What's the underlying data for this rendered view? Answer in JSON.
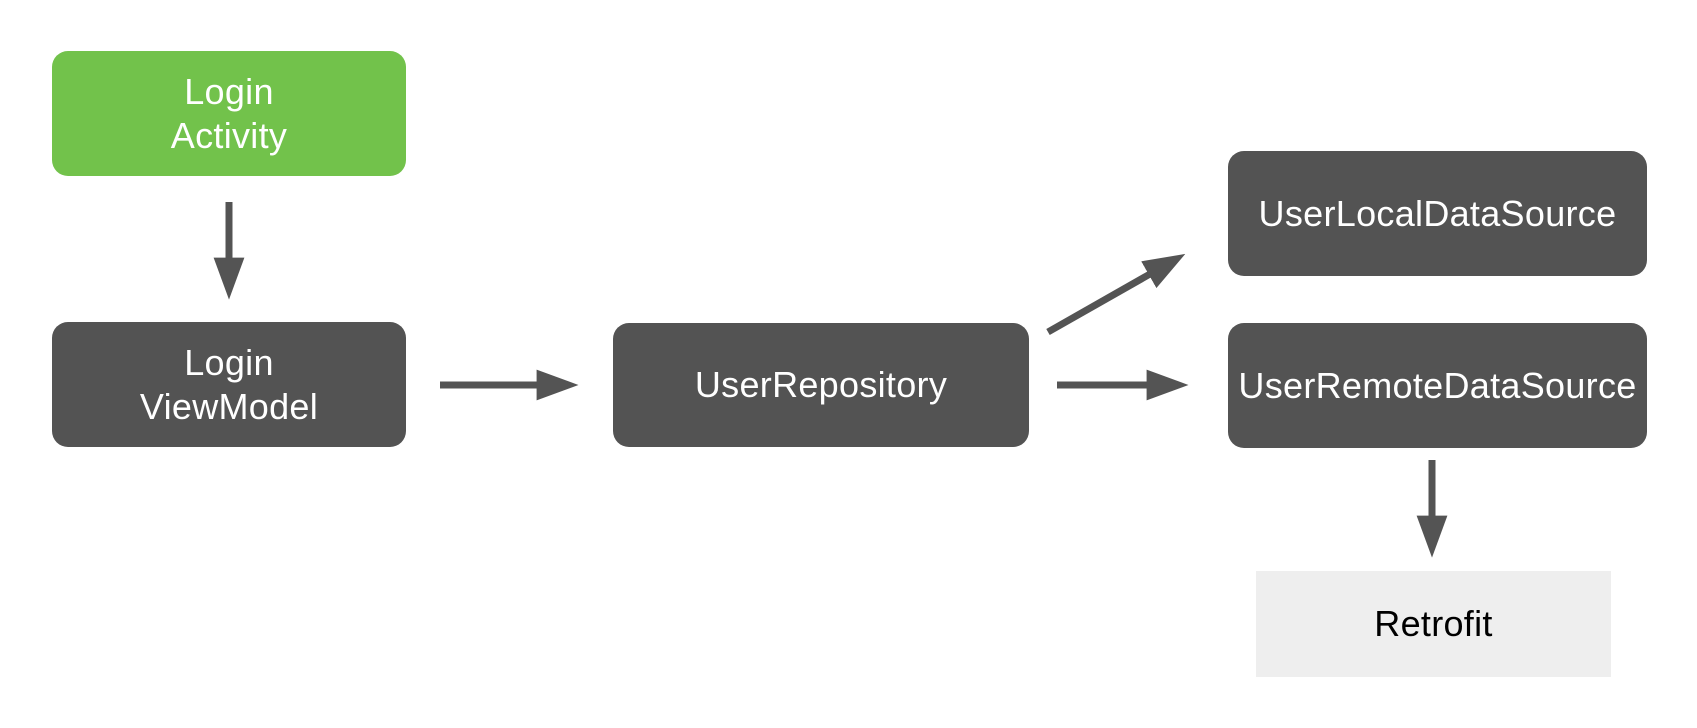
{
  "colors": {
    "accent_green": "#72C24B",
    "box_dark": "#535353",
    "box_light": "#EEEEEE",
    "arrow": "#545454",
    "text_on_dark": "#FFFFFF",
    "text_on_light": "#000000",
    "background": "#FFFFFF"
  },
  "nodes": {
    "login_activity": {
      "line1": "Login",
      "line2": "Activity"
    },
    "login_viewmodel": {
      "line1": "Login",
      "line2": "ViewModel"
    },
    "user_repository": {
      "label": "UserRepository"
    },
    "user_local_data_source": {
      "label": "UserLocalDataSource"
    },
    "user_remote_data_source": {
      "label": "UserRemoteDataSource"
    },
    "retrofit": {
      "label": "Retrofit"
    }
  },
  "edges": [
    {
      "from": "login_activity",
      "to": "login_viewmodel"
    },
    {
      "from": "login_viewmodel",
      "to": "user_repository"
    },
    {
      "from": "user_repository",
      "to": "user_local_data_source"
    },
    {
      "from": "user_repository",
      "to": "user_remote_data_source"
    },
    {
      "from": "user_remote_data_source",
      "to": "retrofit"
    }
  ]
}
